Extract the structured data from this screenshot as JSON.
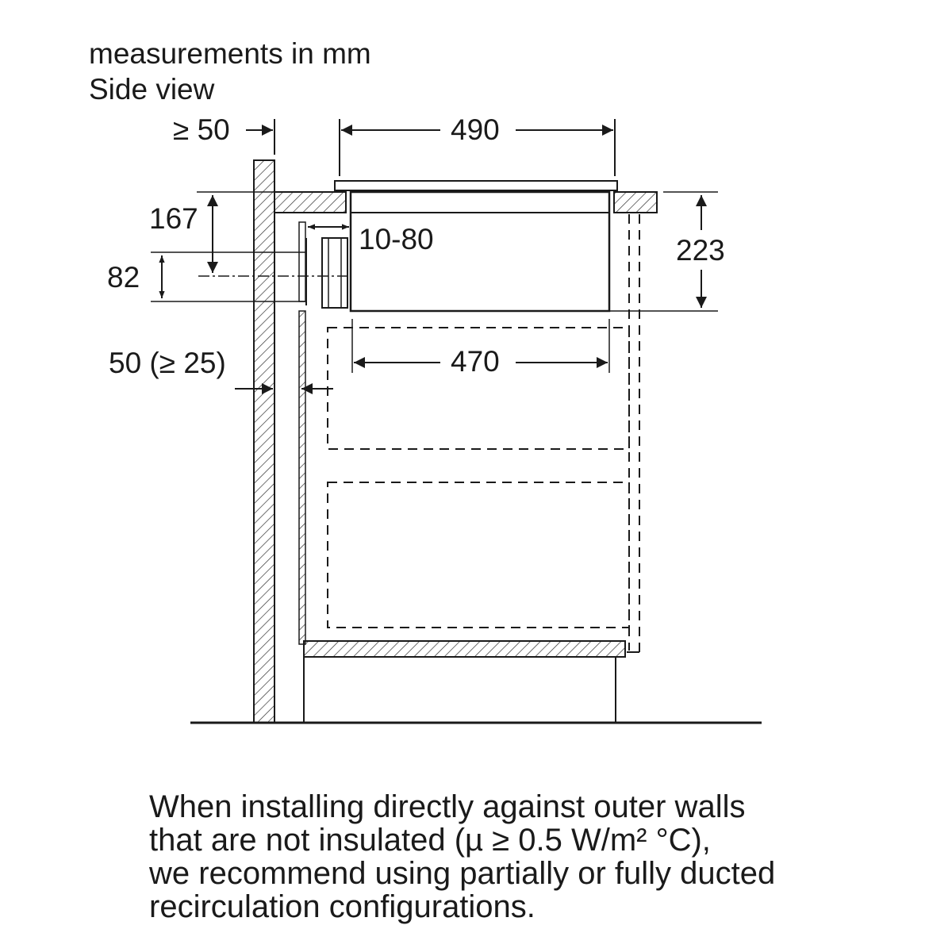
{
  "header": {
    "units": "measurements in mm",
    "view": "Side view"
  },
  "dimensions": {
    "wall_gap_top": "≥ 50",
    "hob_width": "490",
    "height_167": "167",
    "range_10_80": "10-80",
    "height_82": "82",
    "height_223": "223",
    "depth_470": "470",
    "wall_gap_side": "50 (≥ 25)"
  },
  "note": {
    "line1": "When installing directly against outer walls",
    "line2": "that are not insulated (µ ≥ 0.5 W/m² °C),",
    "line3": "we recommend using partially or fully ducted",
    "line4": "recirculation configurations."
  }
}
